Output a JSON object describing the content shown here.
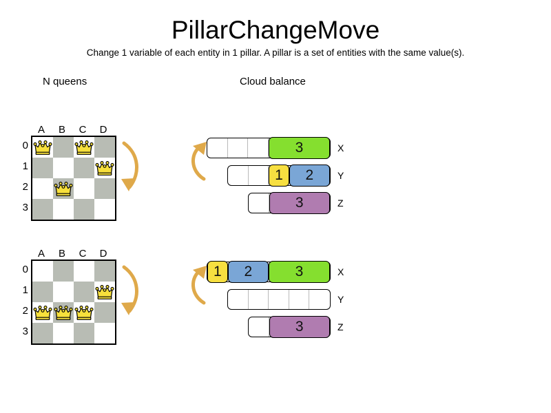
{
  "header": {
    "title": "PillarChangeMove",
    "subtitle": "Change 1 variable of each entity in 1 pillar. A pillar is a set of entities with the same value(s)."
  },
  "sections": {
    "nqueens_label": "N queens",
    "cloud_label": "Cloud balance"
  },
  "colors": {
    "board_dark": "#b8bcb4",
    "board_light": "#ffffff",
    "arrow": "#dfa94a",
    "green": "#85df2f",
    "blue": "#7aa6d6",
    "yellow": "#f7df40",
    "purple": "#b07cb0",
    "queen_gold": "#f7e03c",
    "outline": "#000000"
  },
  "nqueens": {
    "columns": [
      "A",
      "B",
      "C",
      "D"
    ],
    "rows": [
      "0",
      "1",
      "2",
      "3"
    ],
    "before": {
      "queens": [
        {
          "col": 0,
          "row": 0
        },
        {
          "col": 2,
          "row": 0
        },
        {
          "col": 3,
          "row": 1
        },
        {
          "col": 1,
          "row": 2
        }
      ]
    },
    "after": {
      "queens": [
        {
          "col": 3,
          "row": 1
        },
        {
          "col": 0,
          "row": 2
        },
        {
          "col": 1,
          "row": 2
        },
        {
          "col": 2,
          "row": 2
        }
      ]
    }
  },
  "cloud": {
    "before": {
      "bars": [
        {
          "label": "X",
          "cells": 6,
          "segments": [
            {
              "type": "empty",
              "span": 3
            },
            {
              "type": "filled",
              "span": 3,
              "value": "3",
              "color": "#85df2f"
            }
          ]
        },
        {
          "label": "Y",
          "cells": 5,
          "segments": [
            {
              "type": "empty",
              "span": 2
            },
            {
              "type": "filled",
              "span": 1,
              "value": "1",
              "color": "#f7df40"
            },
            {
              "type": "filled",
              "span": 2,
              "value": "2",
              "color": "#7aa6d6"
            }
          ]
        },
        {
          "label": "Z",
          "cells": 4,
          "segments": [
            {
              "type": "empty",
              "span": 1
            },
            {
              "type": "filled",
              "span": 3,
              "value": "3",
              "color": "#b07cb0"
            }
          ]
        }
      ]
    },
    "after": {
      "bars": [
        {
          "label": "X",
          "cells": 6,
          "segments": [
            {
              "type": "filled",
              "span": 1,
              "value": "1",
              "color": "#f7df40"
            },
            {
              "type": "filled",
              "span": 2,
              "value": "2",
              "color": "#7aa6d6"
            },
            {
              "type": "filled",
              "span": 3,
              "value": "3",
              "color": "#85df2f"
            }
          ]
        },
        {
          "label": "Y",
          "cells": 5,
          "segments": [
            {
              "type": "empty",
              "span": 5
            }
          ]
        },
        {
          "label": "Z",
          "cells": 4,
          "segments": [
            {
              "type": "empty",
              "span": 1
            },
            {
              "type": "filled",
              "span": 3,
              "value": "3",
              "color": "#b07cb0"
            }
          ]
        }
      ]
    }
  }
}
